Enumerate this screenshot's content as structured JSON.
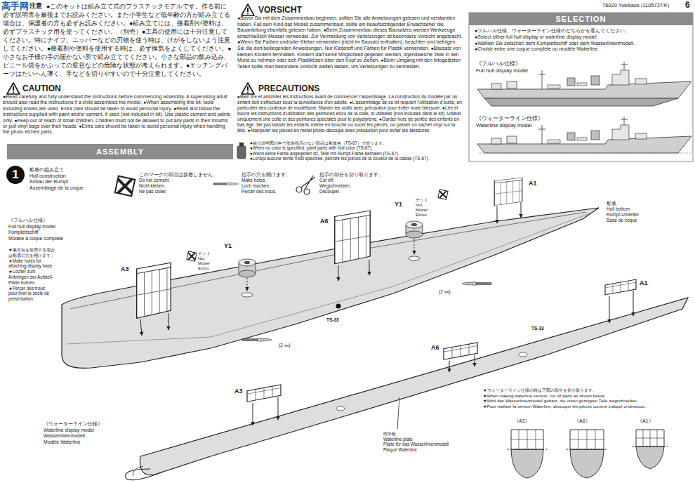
{
  "diagram": {
    "nodes": [
      {
        "text": [
          "SELECTION"
        ]
      },
      {
        "text": [
          "ASSEMBLY"
        ]
      },
      {
        "text": [
          "1"
        ]
      }
    ],
    "labels": [
      "高手网",
      "注意",
      "●このキットは組み立て式のプラスチックモデルです。作る前に必ず説明書を最後までお読みください。また小学生など低年齢の方が組み立てる場合は、保護者の方も必ずお読みください。●組み立てには、接着剤や塗料は、必ずプラスチック用を使ってください。（別売）●工具の使用には十分注意してください。特にナイフ、ニッパーなどの刃物を使う時は、けがをしないよう注意してください。●接着剤や塗料を使用する時は、必ず換気をよくしてください。●小さなお子様の手の届かない所で組み立ててください。小さな部品の飲み込み、ビニール袋をかぶっての窒息などの危険な状態が考えられます。●エッチングパーツはたいへん薄く、手などを切りやすいので十分注意してください。",
      "CAUTION",
      "●Read carefully and fully understand the instructions before commencing assembly. A supervising adult should also read the instructions if a child assembles the model. ●When assembling this kit, tools including knives are used. Extra care should be taken to avoid personal injury. ●Read and follow the instructions supplied with paint and/or cement, if used (not included in kit). Use plastic cement and paints only. ●Keep out of reach of small children. Children must not be allowed to put any parts in their mouths or pull vinyl bags over their heads. ●Extra care should be taken to avoid personal injury when handling the photo etched parts.",
      "VORSICHT",
      "●Bevor Sie mit dem Zusammenbau beginnen, sollten Sie alle Anweisungen gelesen und verstanden haben. Fall sein Kind das Modell zusammenbaut, sollte ein beaufsichtigender Erwachsener die Bauanleitung ebenfalls gelesen haben. ●Beim Zusammenbau dieses Bausatzes werden Werkzeuge einschließlich Messer verwendet. Zur Vermeidung von Verletzungen ist besondere Vorsicht angebracht. ●Wenn Sie Farben und/oder Kleber verwenden (nicht im Bausatz enthalten), beachten und befolgen Sie die dort beiliegenden Anweisungen. Nur Klebstoff und Farben für Plastik verwenden. ●Bausatz von kleinen Kindern fernhalten. Kindern darf keine Möglichkeit gegeben werden, irgendwelche Teile in den Mund zu nehmen oder sich Plastiktüten über den Kopf zu ziehen. ●Beim Umgang mit den fotogeätzten Teilen sollte man besondere Vorsicht walten lassen, um Verletzungen zu vermeiden.",
      "PRECAUTIONS",
      "●Bien lire et assimiler les instructions avant de commencer l'assemblage. La construction du modèle par un enfant doit s'effectuer sous la surveillance d'un adulte. ●L'assemblage de ce kit requiert l'utilisation d'outils, en particulier des couteaux de modélisme. Manier les outils avec précaution pour éviter toute blessure. ●Lire et suivre les instructions d'utilisation des peintures et/ou de la colle, si utilisées (non incluses dans le kit). Utiliser uniquement une colle et des peintures spéciales pour le polystyrène. ●Garder hors de portée des enfants en bas âge. Ne pas laisser les enfants mettre en bouche ou sucer les pièces, ou passer un sachet vinyl sur la tête. ●Manipuler les pièces en métal photo-découpé avec précaution pour éviter les blessures.",
      "76020 Yukikaze (1105727⑥)",
      "6",
      "●フルハル仕様、ウォーターライン仕様のどちらかを選んでください。",
      "●Select either full hull display or waterline display model.",
      "●Wählen Sie zwischen dem Komplettschiff oder dem Wasserlinienmodell.",
      "●Choisir entre une coque complète ou modèle Waterline.",
      "《フルハル仕様》",
      "Full hull display model",
      "《ウォーターライン仕様》",
      "Waterline display model",
      "●組立説明図の中で塗装指示のない部品は船体色（TS-67）で塗ります。",
      "●When no color is specified, paint parts with hull color (TS-67).",
      "●Wenn keine Farbe angegeben ist, Teile mit Rumpf-Farbe bemalen (TS-67).",
      "●Lorsqu'aucune teinte n'est spécifiée, peindre les pièces de la couleur de la caisse (TS-67).",
      "船底の組み立て",
      "Hull construction",
      "Anbau der Rumpf",
      "Assemblage de la coque",
      "このマークの部品は接着しません。",
      "Do not cement.",
      "Nicht kleben.",
      "Ne pas coller.",
      "指示の穴を開けます。",
      "Make holes.",
      "Loch machen.",
      "Percer des trous.",
      "指示の部分を切り取ります。",
      "Cut off.",
      "Wegschneiden.",
      "Découper.",
      "《フルハル仕様》",
      "Full hull display model",
      "Komplettschiff",
      "Modèle à coque complète",
      "★展示台を使用する場合は船底に穴を開けます。",
      "★Make holes for attaching display base.",
      "★Löcher zum Anbringen der Aufstell-Platte bohren.",
      "★Percer des trous pour fixer le socle de présentation.",
      "A1",
      "ナット",
      "Nut",
      "Mutter",
      "Ecrou",
      "Y1",
      "A6",
      "船底",
      "Hull bottom",
      "Rumpf-Unterteil",
      "Base de coque",
      "Y1",
      "ナット",
      "Nut",
      "Mutter",
      "Ecrou",
      "A3",
      "TS-33",
      "(2 ㎜)",
      "(2 ㎜)",
      "A1",
      "TS-33",
      "A6",
      "A3",
      "《ウォーターライン仕様》",
      "Waterline display model",
      "Wasserlinienmodell",
      "Modèle Waterline",
      "喫水板",
      "Waterline plate",
      "Platte für das Wasserlinienmodell",
      "Plaque Waterline",
      "★ウォーターライン仕様の時は下図の部分を切り取ります。",
      "★When making waterline version, cut off parts as shown below.",
      "★Wird das Wasserlinienmodell gebaut, die unten gezeigten Teile wegschneiden.",
      "★Pour réaliser la version Waterline, découper les pièces comme indiqué ci-dessous.",
      "《A3》",
      "《A6》",
      "《A1》"
    ]
  }
}
